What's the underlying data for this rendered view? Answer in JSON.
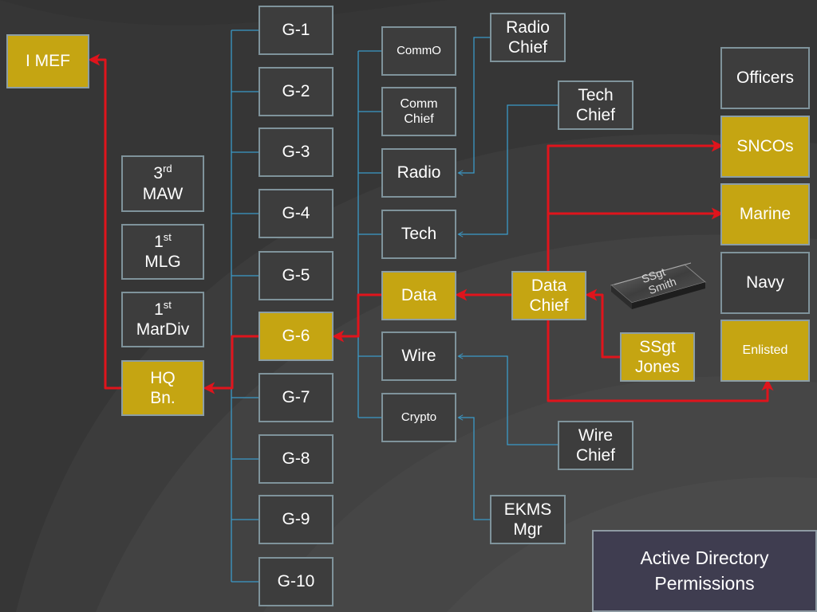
{
  "nodes": {
    "i_mef": "I MEF",
    "maw": {
      "number": "3",
      "suffix": "rd",
      "name": "MAW"
    },
    "mlg": {
      "number": "1",
      "suffix": "st",
      "name": "MLG"
    },
    "mardiv": {
      "number": "1",
      "suffix": "st",
      "name": "MarDiv"
    },
    "hq_bn": {
      "line1": "HQ",
      "line2": "Bn."
    },
    "g1": "G-1",
    "g2": "G-2",
    "g3": "G-3",
    "g4": "G-4",
    "g5": "G-5",
    "g6": "G-6",
    "g7": "G-7",
    "g8": "G-8",
    "g9": "G-9",
    "g10": "G-10",
    "commo": "CommO",
    "comm_chief": {
      "line1": "Comm",
      "line2": "Chief"
    },
    "radio": "Radio",
    "tech": "Tech",
    "data": "Data",
    "wire": "Wire",
    "crypto": "Crypto",
    "radio_chief": {
      "line1": "Radio",
      "line2": "Chief"
    },
    "tech_chief": {
      "line1": "Tech",
      "line2": "Chief"
    },
    "data_chief": {
      "line1": "Data",
      "line2": "Chief"
    },
    "wire_chief": {
      "line1": "Wire",
      "line2": "Chief"
    },
    "ekms_mgr": {
      "line1": "EKMS",
      "line2": "Mgr"
    },
    "ssgt_jones": {
      "line1": "SSgt",
      "line2": "Jones"
    },
    "officers": "Officers",
    "sncos": "SNCOs",
    "marine": "Marine",
    "navy": "Navy",
    "enlisted": "Enlisted"
  },
  "ssgt_smith_label": {
    "line1": "SSgt",
    "line2": "Smith"
  },
  "active_directory": {
    "line1": "Active Directory",
    "line2": "Permissions"
  },
  "colors": {
    "background": "#363636",
    "gold": "#c5a512",
    "highlight_line": "#e0141c",
    "tree_line": "#3b9ac8",
    "title_box": "#3f3d50"
  }
}
